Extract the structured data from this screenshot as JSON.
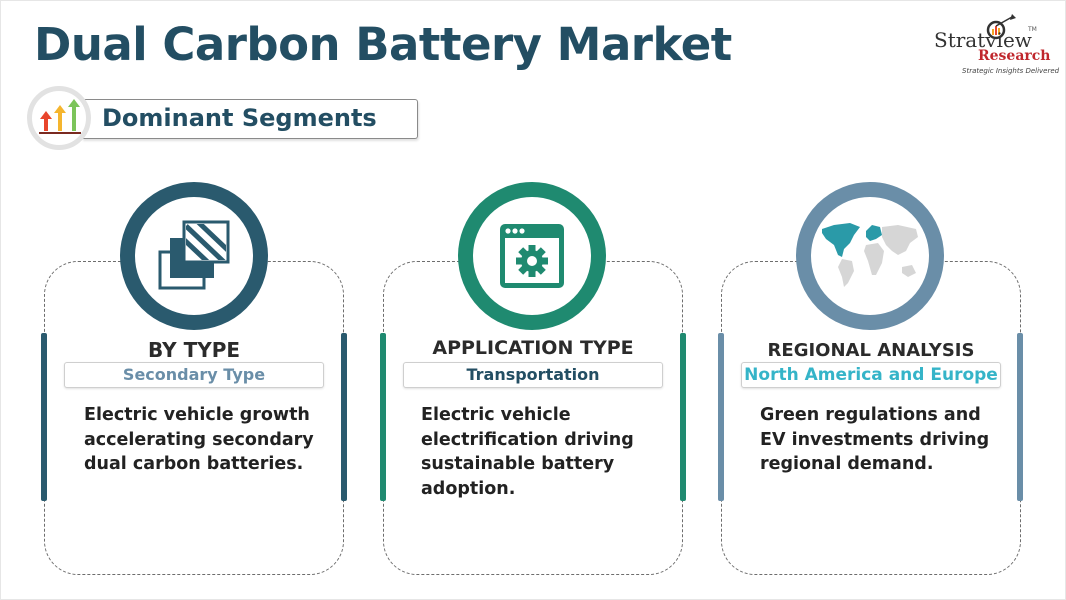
{
  "header": {
    "title": "Dual Carbon Battery Market",
    "section_label": "Dominant Segments"
  },
  "logo": {
    "name_part1": "Stratview",
    "tm": "TM",
    "name_part2": "Research",
    "tagline": "Strategic Insights Delivered"
  },
  "colors": {
    "title": "#234e63",
    "card1_accent": "#2a5a6e",
    "card2_accent": "#1f8a70",
    "card3_accent": "#6a8ea8",
    "card1_tag_text": "#6a8ea8",
    "card2_tag_text": "#234e63",
    "card3_tag_text": "#35b4c8"
  },
  "cards": [
    {
      "icon": "layers-icon",
      "title": "BY TYPE",
      "tag": "Secondary Type",
      "description": "Electric vehicle growth accelerating secondary dual carbon batteries."
    },
    {
      "icon": "app-settings-gear-icon",
      "title": "APPLICATION TYPE",
      "tag": "Transportation",
      "description": "Electric vehicle electrification driving sustainable battery adoption."
    },
    {
      "icon": "world-map-icon",
      "title": "REGIONAL ANALYSIS",
      "tag": "North America and Europe",
      "description": "Green regulations and EV investments driving regional demand."
    }
  ]
}
